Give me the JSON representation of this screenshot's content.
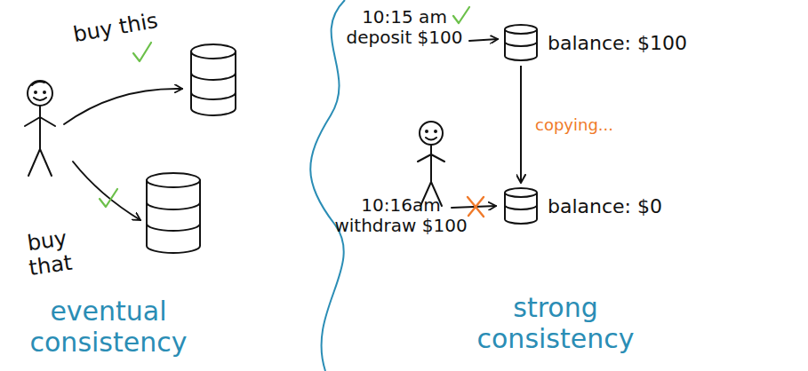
{
  "diagram": {
    "nodes": [
      {
        "text": [
          "balance: $100"
        ]
      },
      {
        "text": [
          "balance: $0"
        ]
      }
    ],
    "edges": [
      {
        "from": 0,
        "to": 1,
        "label": "copying...",
        "arrow": "to"
      }
    ],
    "labels": [
      "buy this",
      "10:15 am deposit $100",
      "buy that",
      "10:16am withdraw $100",
      "eventual consistency",
      "strong consistency"
    ]
  }
}
